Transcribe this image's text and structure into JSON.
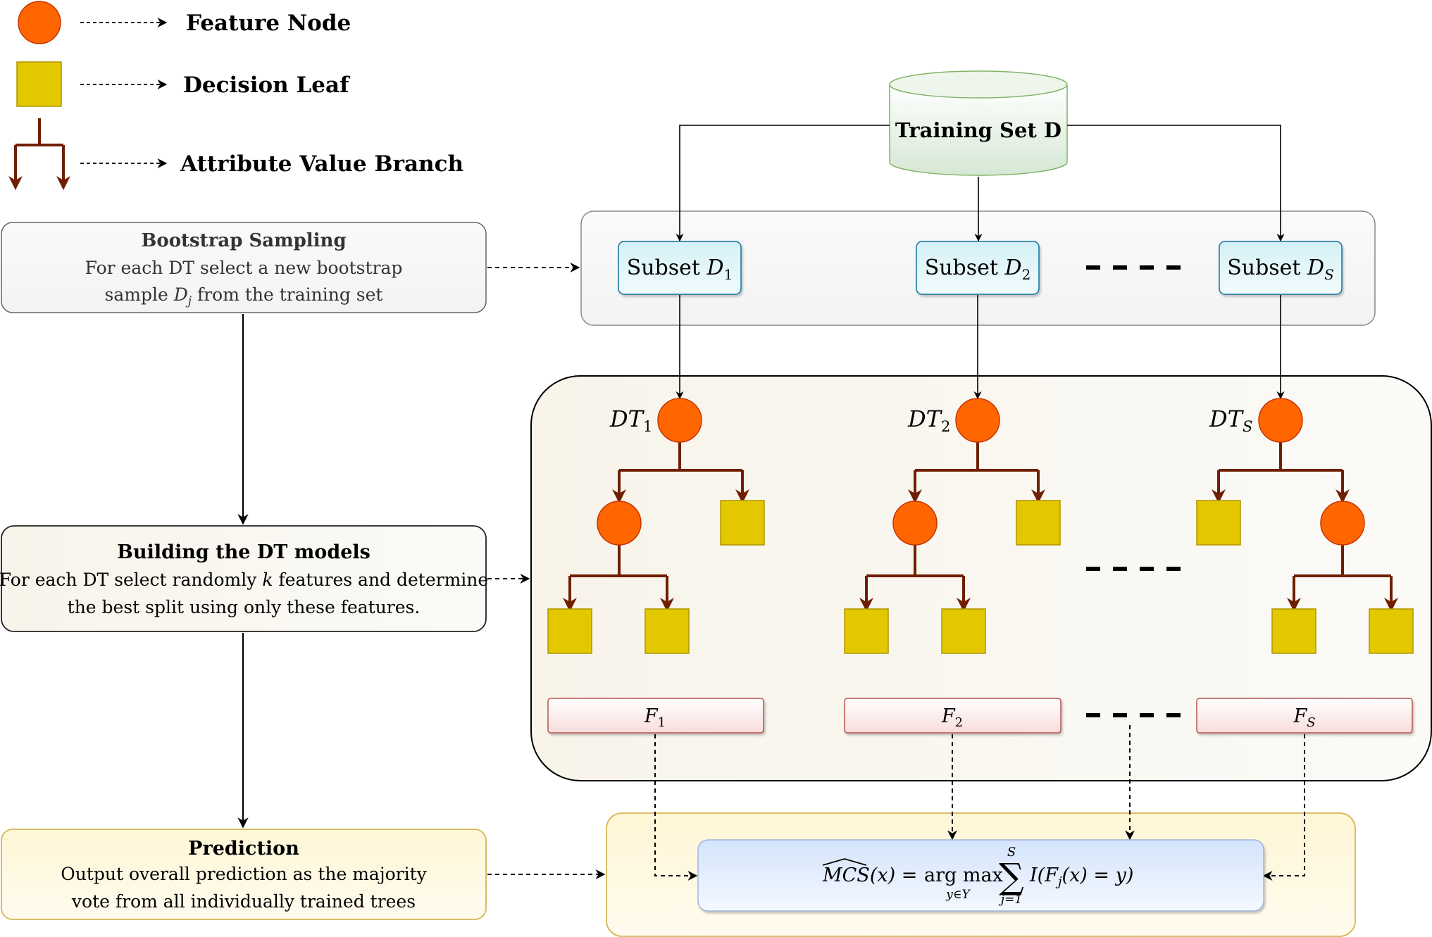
{
  "legend": {
    "feature_node": "Feature Node",
    "decision_leaf": "Decision Leaf",
    "attribute_branch": "Attribute Value Branch"
  },
  "steps": {
    "bootstrap": {
      "title": "Bootstrap Sampling",
      "line1": "For each DT select a new bootstrap",
      "line2_pre": "sample ",
      "line2_var": "D",
      "line2_sub": "j",
      "line2_post": " from the training set"
    },
    "building": {
      "title": "Building the DT models",
      "line1_pre": "For each DT select randomly ",
      "line1_var": "k",
      "line1_post": " features and determine",
      "line2": "the best split using only these features."
    },
    "prediction": {
      "title": "Prediction",
      "line1": "Output overall prediction as the majority",
      "line2": "vote from all individually trained trees"
    }
  },
  "training_set": "Training Set D",
  "subsets": [
    {
      "prefix": "Subset ",
      "var": "D",
      "sub": "1"
    },
    {
      "prefix": "Subset ",
      "var": "D",
      "sub": "2"
    },
    {
      "prefix": "Subset ",
      "var": "D",
      "sub": "S"
    }
  ],
  "trees": [
    {
      "var": "DT",
      "sub": "1"
    },
    {
      "var": "DT",
      "sub": "2"
    },
    {
      "var": "DT",
      "sub": "S"
    }
  ],
  "outputs": [
    {
      "var": "F",
      "sub": "1"
    },
    {
      "var": "F",
      "sub": "2"
    },
    {
      "var": "F",
      "sub": "S"
    }
  ],
  "formula": {
    "lhs": "MCS",
    "lhs_arg": "(x) = ",
    "argmax": "arg max",
    "argmax_sub": "y∈Y",
    "sum_symbol": "∑",
    "sum_top": "S",
    "sum_bottom": "j=1",
    "rhs": "I(F",
    "rhs_sub": "j",
    "rhs_post": "(x) = y)"
  },
  "colors": {
    "feature_node": "#ff6600",
    "decision_leaf": "#e3c800",
    "branch": "#6f1f00",
    "subset_fill": "#dff4f7",
    "subset_stroke": "#10739e",
    "output_fill": "#fbe3e3",
    "output_stroke": "#b85450",
    "prediction_fill": "#fff2cc",
    "prediction_stroke": "#d6b656",
    "formula_fill": "#dae8fc"
  }
}
